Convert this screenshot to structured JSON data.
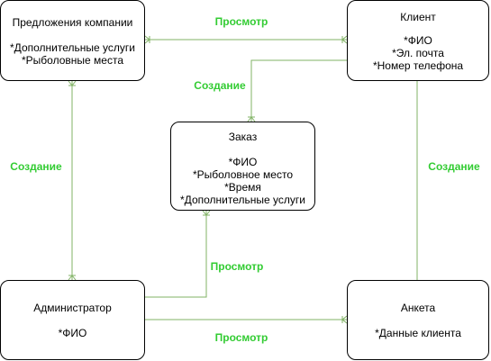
{
  "colors": {
    "edge": "#82b366",
    "label": "#33cc33",
    "border": "#000000"
  },
  "nodes": {
    "offers": {
      "title": "Предложения компании",
      "attrs": [
        "*Дополнительные услуги",
        "*Рыболовные места"
      ]
    },
    "client": {
      "title": "Клиент",
      "attrs": [
        "*ФИО",
        "*Эл. почта",
        "*Номер телефона"
      ]
    },
    "order": {
      "title": "Заказ",
      "attrs": [
        "*ФИО",
        "*Рыболовное место",
        "*Время",
        "*Дополнительные услуги"
      ]
    },
    "admin": {
      "title": "Администратор",
      "attrs": [
        "*ФИО"
      ]
    },
    "form": {
      "title": "Анкета",
      "attrs": [
        "*Данные клиента"
      ]
    }
  },
  "edges": {
    "offers_client": "Просмотр",
    "client_order": "Создание",
    "offers_admin": "Создание",
    "client_form": "Создание",
    "order_admin": "Просмотр",
    "admin_form": "Просмотр"
  }
}
